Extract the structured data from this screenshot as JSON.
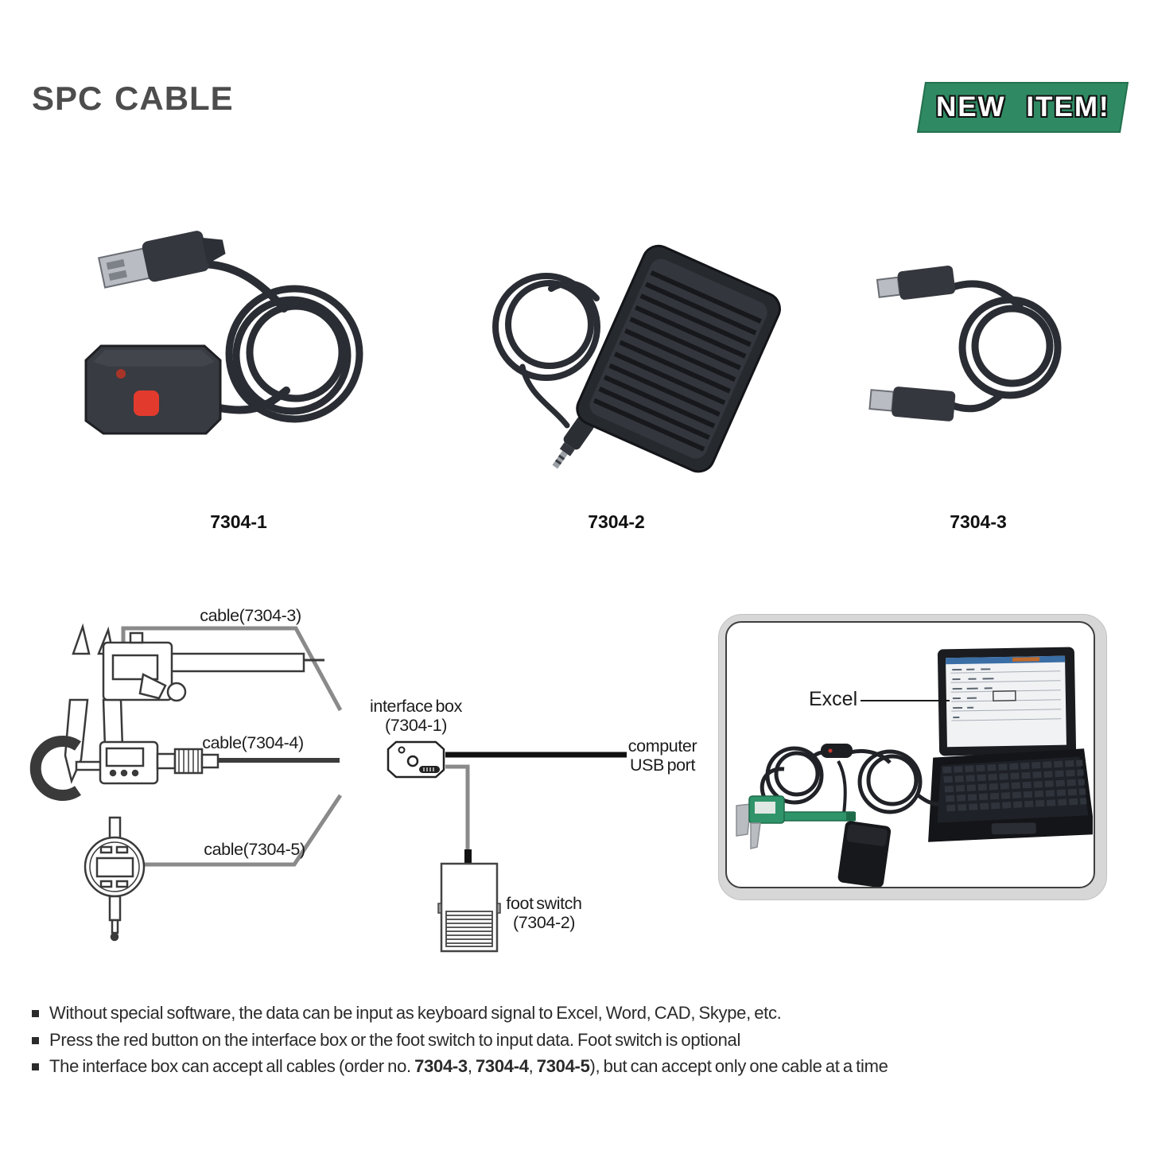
{
  "page": {
    "title": "SPC CABLE",
    "badge": "NEW ITEM!"
  },
  "colors": {
    "badge_green": "#2F8A63",
    "title_gray": "#4D4D4D",
    "red_button": "#E23B2E",
    "product_dark": "#34373D",
    "photo_caliper_green": "#2F9469",
    "diagram_line_gray": "#8A8A8A",
    "diagram_line_black": "#111111"
  },
  "products": [
    {
      "id": "7304-1",
      "name": "interface-box-with-usb-cable"
    },
    {
      "id": "7304-2",
      "name": "foot-switch"
    },
    {
      "id": "7304-3",
      "name": "spc-data-cable"
    }
  ],
  "diagram": {
    "cable_labels": [
      "cable(7304-3)",
      "cable(7304-4)",
      "cable(7304-5)"
    ],
    "interface_box_line1": "interface box",
    "interface_box_line2": "(7304-1)",
    "computer_line1": "computer",
    "computer_line2": "USB port",
    "foot_switch_line1": "foot switch",
    "foot_switch_line2": "(7304-2)",
    "excel_label": "Excel"
  },
  "notes": {
    "n1": "Without special software, the data can be input as keyboard signal to Excel, Word, CAD, Skype, etc.",
    "n2": "Press the red button on the interface box or the foot switch to input data. Foot switch is optional",
    "n3": {
      "pre": "The interface box can accept all cables (order no. ",
      "b1": "7304-3",
      "s1": ", ",
      "b2": "7304-4",
      "s2": ", ",
      "b3": "7304-5",
      "post": "), but can accept only one cable at a time"
    }
  }
}
